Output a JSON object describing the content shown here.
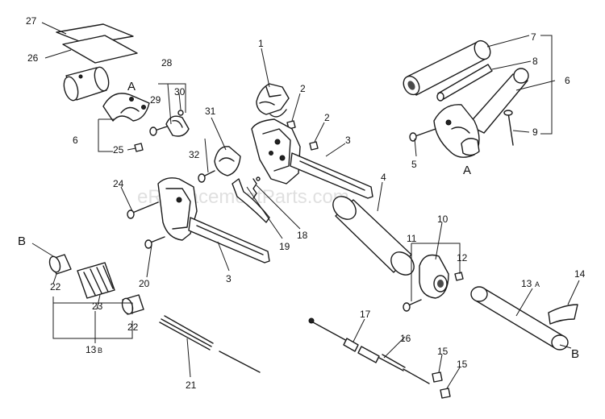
{
  "watermark": "eReplacementParts.com",
  "callouts": {
    "c1": "1",
    "c2a": "2",
    "c2b": "2",
    "c3a": "3",
    "c3b": "3",
    "c4": "4",
    "c5": "5",
    "c6a": "6",
    "c6b": "6",
    "c7": "7",
    "c8": "8",
    "c9": "9",
    "c10": "10",
    "c11": "11",
    "c12": "12",
    "c13a": "13",
    "c13a_suffix": "A",
    "c13b": "13",
    "c13b_suffix": "B",
    "c14": "14",
    "c15a": "15",
    "c15b": "15",
    "c16": "16",
    "c17": "17",
    "c18": "18",
    "c19": "19",
    "c20": "20",
    "c21": "21",
    "c22a": "22",
    "c22b": "22",
    "c23": "23",
    "c24": "24",
    "c25": "25",
    "c26": "26",
    "c27": "27",
    "c28": "28",
    "c29": "29",
    "c30": "30",
    "c31": "31",
    "c32": "32"
  },
  "markers": {
    "a_left": "A",
    "a_right": "A",
    "b_left": "B",
    "b_right": "B"
  }
}
